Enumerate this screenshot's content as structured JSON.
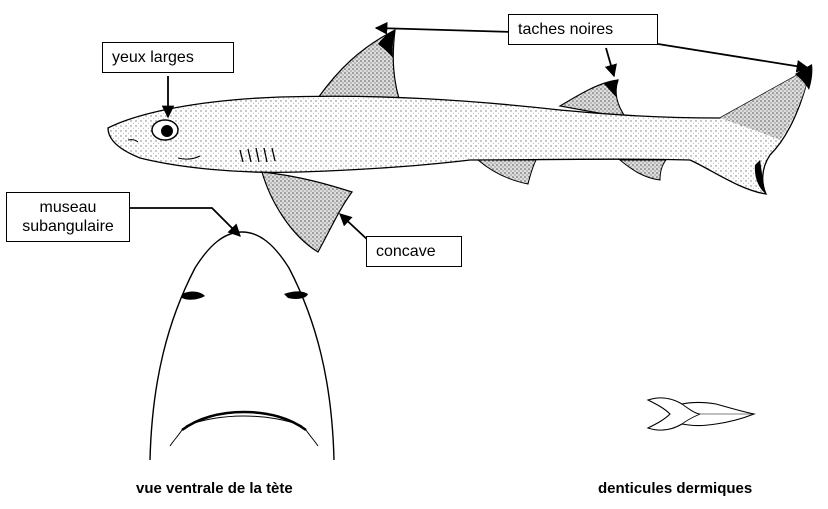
{
  "labels": {
    "eyes": "yeux larges",
    "spots": "taches noires",
    "snout_line1": "museau",
    "snout_line2": "subangulaire",
    "fin": "concave"
  },
  "captions": {
    "ventral": "vue ventrale de la tète",
    "denticles": "denticules dermiques"
  },
  "colors": {
    "ink": "#000000",
    "fin_shade": "#c8c8c8",
    "body_shade": "#e4e4e4",
    "background": "#ffffff"
  }
}
